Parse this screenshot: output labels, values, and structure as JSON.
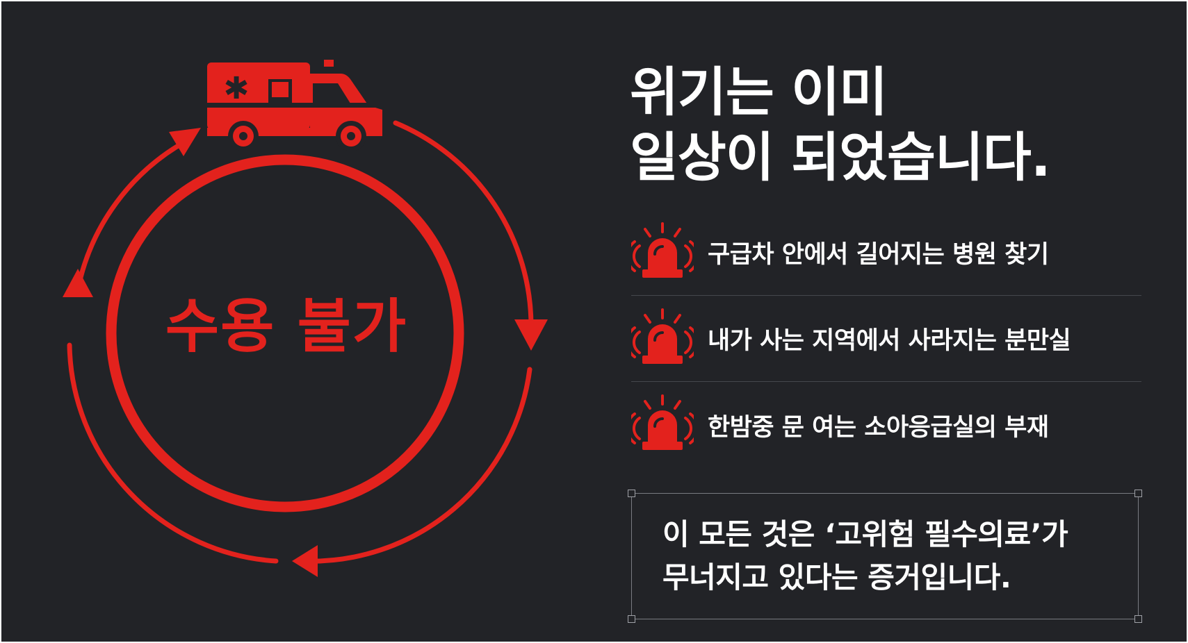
{
  "circle": {
    "label": "수용 불가"
  },
  "headline": {
    "line1": "위기는 이미",
    "line2": "일상이 되었습니다."
  },
  "issues": [
    {
      "text": "구급차 안에서 길어지는 병원 찾기",
      "icon": "siren-icon"
    },
    {
      "text": "내가 사는 지역에서 사라지는 분만실",
      "icon": "siren-icon"
    },
    {
      "text": "한밤중 문 여는 소아응급실의 부재",
      "icon": "siren-icon"
    }
  ],
  "callout": {
    "line1": "이 모든 것은 ‘고위험 필수의료’가",
    "line2": "무너지고 있다는 증거입니다."
  },
  "colors": {
    "background": "#222327",
    "accent": "#e3221d",
    "text": "#ffffff",
    "divider": "#45474d"
  }
}
